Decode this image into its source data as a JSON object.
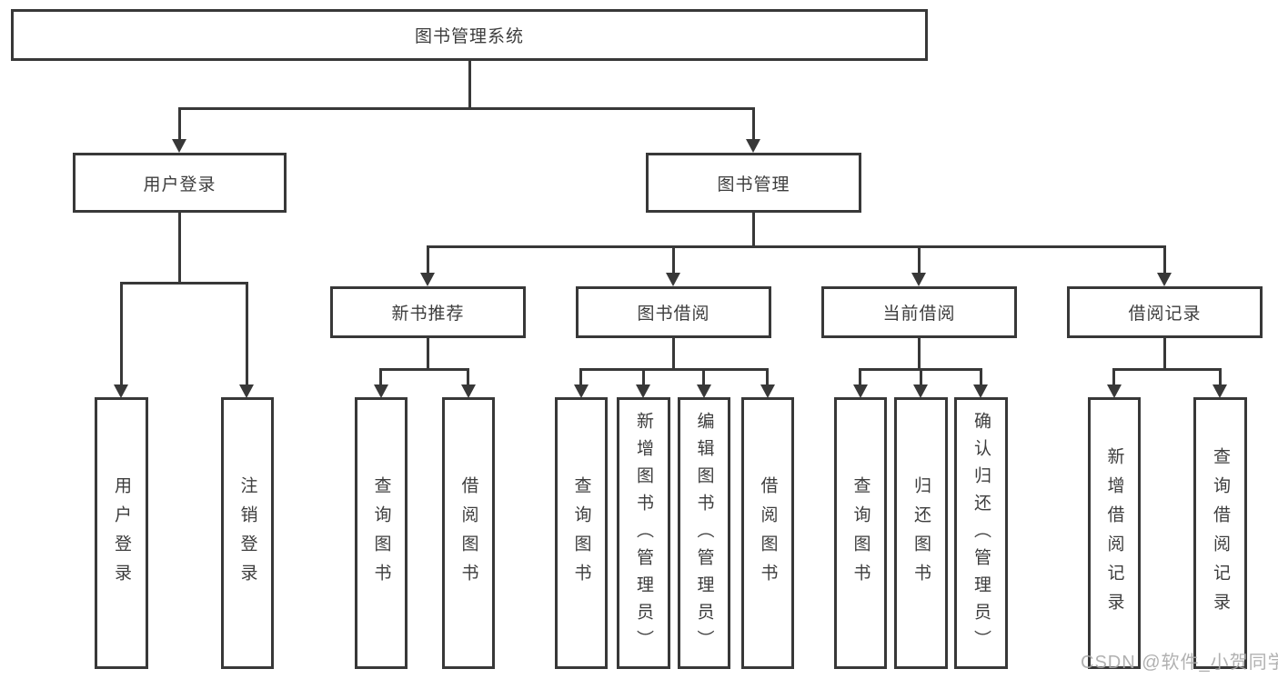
{
  "diagram": {
    "type": "hierarchy-tree",
    "root": {
      "label": "图书管理系统",
      "children": [
        {
          "label": "用户登录",
          "children": [
            {
              "label": "用户登录"
            },
            {
              "label": "注销登录"
            }
          ]
        },
        {
          "label": "图书管理",
          "children": [
            {
              "label": "新书推荐",
              "children": [
                {
                  "label": "查询图书"
                },
                {
                  "label": "借阅图书"
                }
              ]
            },
            {
              "label": "图书借阅",
              "children": [
                {
                  "label": "查询图书"
                },
                {
                  "label": "新增图书（管理员）"
                },
                {
                  "label": "编辑图书（管理员）"
                },
                {
                  "label": "借阅图书"
                }
              ]
            },
            {
              "label": "当前借阅",
              "children": [
                {
                  "label": "查询图书"
                },
                {
                  "label": "归还图书"
                },
                {
                  "label": "确认归还（管理员）"
                }
              ]
            },
            {
              "label": "借阅记录",
              "children": [
                {
                  "label": "新增借阅记录"
                },
                {
                  "label": "查询借阅记录"
                }
              ]
            }
          ]
        }
      ]
    },
    "colors": {
      "line": "#383838",
      "box_border": "#383838",
      "box_background": "#ffffff",
      "text": "#3d3d3d",
      "page_background": "#ffffff",
      "watermark": "#a8a8a8"
    }
  },
  "watermark": {
    "text": "CSDN @软件_小贺同学"
  }
}
